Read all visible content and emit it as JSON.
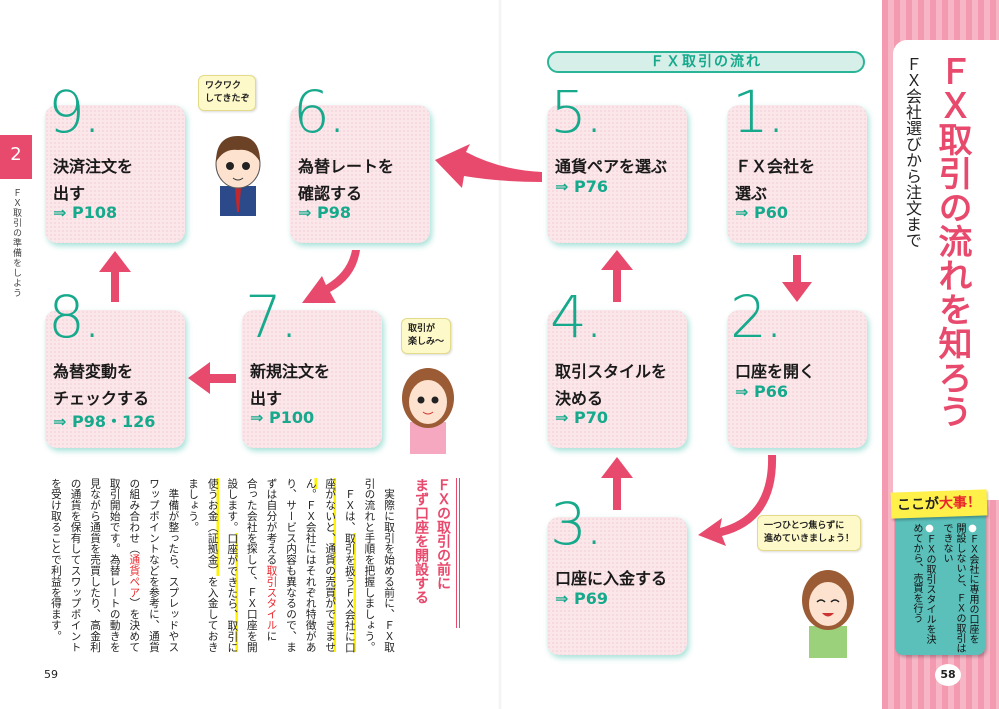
{
  "flow_header": "ＦＸ取引の流れ",
  "steps": [
    {
      "num": "1.",
      "title": "ＦＸ会社を\n選ぶ",
      "link": "⇒ P60"
    },
    {
      "num": "2.",
      "title": "口座を開く",
      "link": "⇒ P66"
    },
    {
      "num": "3.",
      "title": "口座に入金する",
      "link": "⇒ P69"
    },
    {
      "num": "4.",
      "title": "取引スタイルを\n決める",
      "link": "⇒ P70"
    },
    {
      "num": "5.",
      "title": "通貨ペアを選ぶ",
      "link": "⇒ P76"
    },
    {
      "num": "6.",
      "title": "為替レートを\n確認する",
      "link": "⇒ P98"
    },
    {
      "num": "7.",
      "title": "新規注文を\n出す",
      "link": "⇒ P100"
    },
    {
      "num": "8.",
      "title": "為替変動を\nチェックする",
      "link": "⇒ P98・126"
    },
    {
      "num": "9.",
      "title": "決済注文を\n出す",
      "link": "⇒ P108"
    }
  ],
  "bubbles": {
    "man": "ワクワク\nしてきたぞ",
    "woman1": "取引が\n楽しみ～",
    "woman2": "一つひとつ焦らずに\n進めていきましょう！"
  },
  "section": {
    "heading": [
      "ＦＸの取引の前に",
      "まず口座を開設する"
    ],
    "lines": [
      [
        {
          "t": "　実際に取引を始める前に、ＦＸ取"
        }
      ],
      [
        {
          "t": "引の流れと手順を把握しましょう。"
        }
      ],
      [
        {
          "t": "　ＦＸは、"
        },
        {
          "t": "取引を扱うＦＸ会社に口",
          "c": "hl"
        }
      ],
      [
        {
          "t": "座がないと、通貨の売買ができませ",
          "c": "hl"
        }
      ],
      [
        {
          "t": "ん",
          "c": "hl"
        },
        {
          "t": "。ＦＸ会社にはそれぞれ特徴があ"
        }
      ],
      [
        {
          "t": "り、サービス内容も異なるので、ま"
        }
      ],
      [
        {
          "t": "ずは自分が考える"
        },
        {
          "t": "取引スタイル",
          "c": "red"
        },
        {
          "t": "に"
        }
      ],
      [
        {
          "t": "合った会社を探して、ＦＸ口座を開"
        }
      ],
      [
        {
          "t": "設します。"
        },
        {
          "t": "口座ができたら、取引に",
          "c": "hl"
        }
      ],
      [
        {
          "t": "使うお金（証拠金）",
          "c": "hl"
        },
        {
          "t": "を入金しておき"
        }
      ],
      [
        {
          "t": "ましょう。"
        }
      ],
      [
        {
          "t": "　準備が整ったら、スプレッドやス"
        }
      ],
      [
        {
          "t": "ワップポイントなどを参考に、通貨"
        }
      ],
      [
        {
          "t": "の組み合わせ（"
        },
        {
          "t": "通貨ペア",
          "c": "red"
        },
        {
          "t": "）を決めて"
        }
      ],
      [
        {
          "t": "取引開始です。為替レートの動きを"
        }
      ],
      [
        {
          "t": "見ながら通貨を売買したり、高金利"
        }
      ],
      [
        {
          "t": "の通貨を保有してスワップポイント"
        }
      ],
      [
        {
          "t": "を受け取ることで利益を得ます。"
        }
      ]
    ]
  },
  "page_title": "ＦＸ取引の流れを知ろう",
  "page_subtitle": "ＦＸ会社選びから注文まで",
  "tip": {
    "label_black": "ここが",
    "label_red": "大事！",
    "items": [
      "ＦＸ会社に専用の口座を開設しないと、ＦＸの取引はできない",
      "ＦＸの取引スタイルを決めてから、売買を行う"
    ]
  },
  "chapter": {
    "number": "2",
    "title": "ＦＸ取引の準備をしよう"
  },
  "page_left": "59",
  "page_right": "58",
  "colors": {
    "accent": "#e84a6d",
    "teal": "#16a98c",
    "card": "#fbe6ea"
  }
}
